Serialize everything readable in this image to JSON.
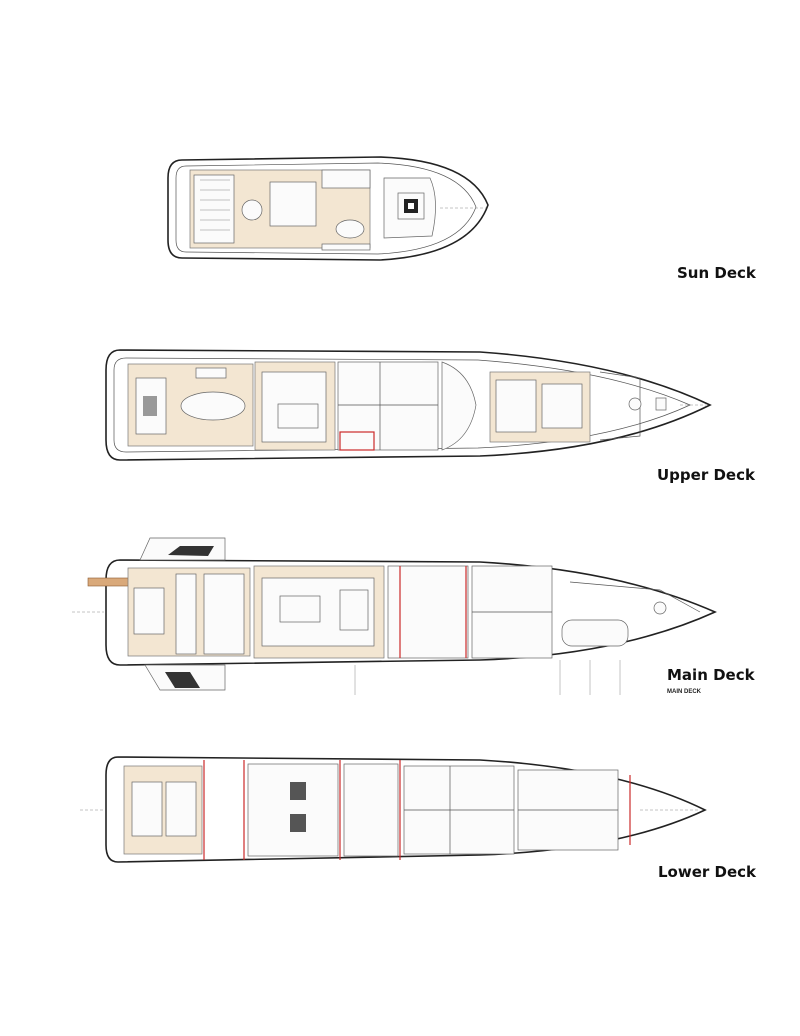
{
  "decks": [
    {
      "id": "sun",
      "label": "Sun Deck"
    },
    {
      "id": "upper",
      "label": "Upper Deck"
    },
    {
      "id": "main",
      "label": "Main Deck",
      "sublabel": "MAIN DECK"
    },
    {
      "id": "lower",
      "label": "Lower Deck"
    }
  ],
  "colors": {
    "outline": "#222222",
    "deck_teak": "#f3e6d2",
    "bulkhead": "#cc2a2a"
  }
}
